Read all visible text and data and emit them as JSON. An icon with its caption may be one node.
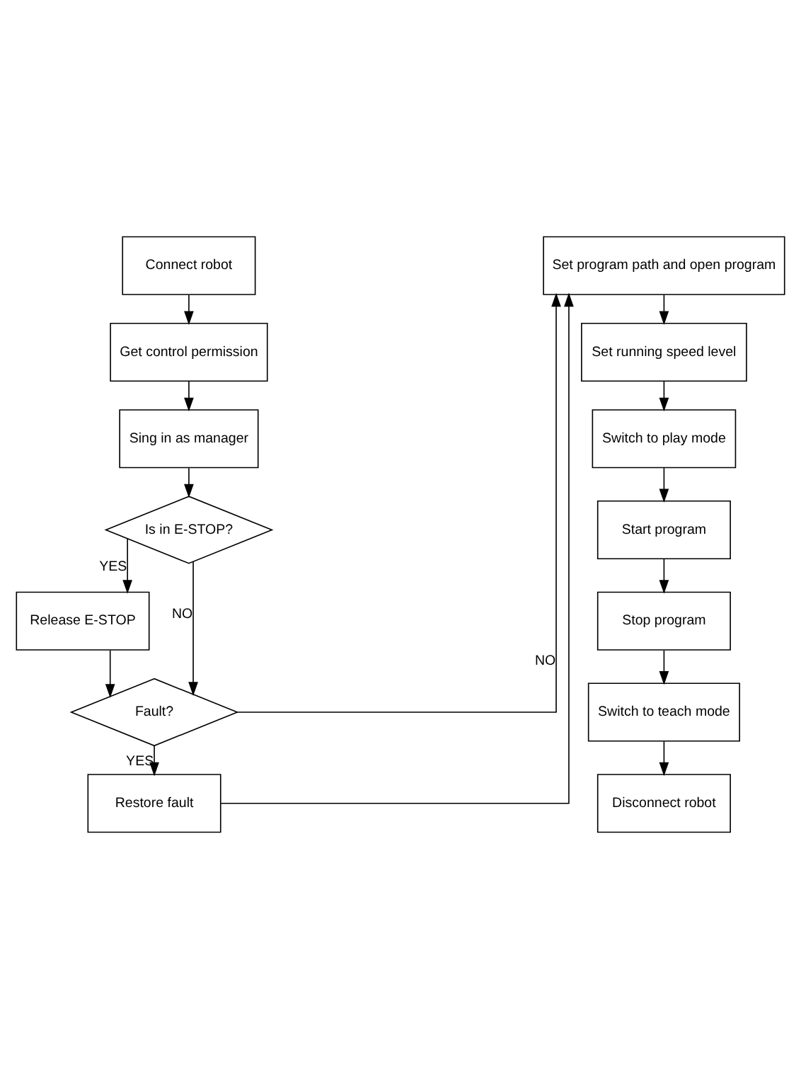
{
  "diagram": {
    "nodes": [
      {
        "text": [
          "Connect robot"
        ]
      },
      {
        "text": [
          "Get control permission"
        ]
      },
      {
        "text": [
          "Sing in as manager"
        ]
      },
      {
        "text": [
          "Is in E-STOP?"
        ]
      },
      {
        "text": [
          "Release E-STOP"
        ]
      },
      {
        "text": [
          "Fault?"
        ]
      },
      {
        "text": [
          "Restore fault"
        ]
      },
      {
        "text": [
          "Set program path and open program"
        ]
      },
      {
        "text": [
          "Set running speed level"
        ]
      },
      {
        "text": [
          "Switch to play mode"
        ]
      },
      {
        "text": [
          "Start program"
        ]
      },
      {
        "text": [
          "Stop program"
        ]
      },
      {
        "text": [
          "Switch to teach mode"
        ]
      },
      {
        "text": [
          "Disconnect robot"
        ]
      }
    ],
    "edges": [
      {
        "from": 0,
        "to": 1,
        "arrow": "to"
      },
      {
        "from": 1,
        "to": 2,
        "arrow": "to"
      },
      {
        "from": 2,
        "to": 3,
        "arrow": "to"
      },
      {
        "from": 3,
        "to": 4,
        "arrow": "to",
        "label": "YES"
      },
      {
        "from": 3,
        "to": 5,
        "arrow": "to",
        "label": "NO"
      },
      {
        "from": 4,
        "to": 5,
        "arrow": "to"
      },
      {
        "from": 5,
        "to": 6,
        "arrow": "to",
        "label": "YES"
      },
      {
        "from": 5,
        "to": 7,
        "arrow": "to",
        "label": "NO"
      },
      {
        "from": 6,
        "to": 7,
        "arrow": "to"
      },
      {
        "from": 7,
        "to": 8,
        "arrow": "to"
      },
      {
        "from": 8,
        "to": 9,
        "arrow": "to"
      },
      {
        "from": 9,
        "to": 10,
        "arrow": "to"
      },
      {
        "from": 10,
        "to": 11,
        "arrow": "to"
      },
      {
        "from": 11,
        "to": 12,
        "arrow": "to"
      },
      {
        "from": 12,
        "to": 13,
        "arrow": "to"
      }
    ]
  }
}
